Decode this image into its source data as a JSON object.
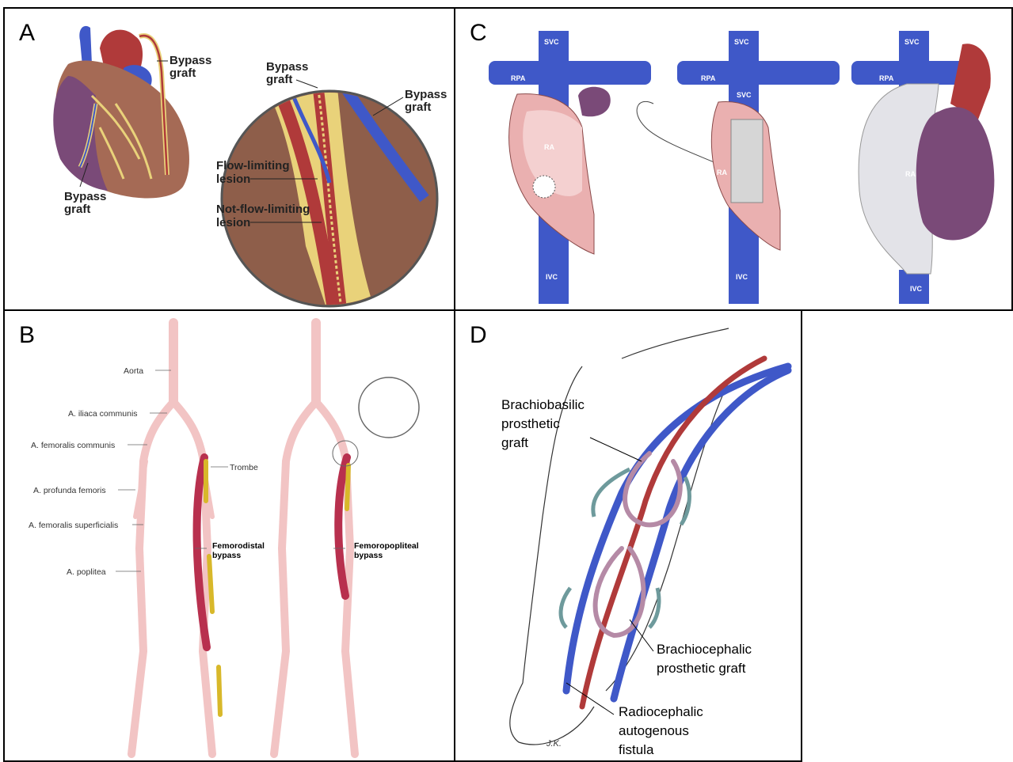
{
  "panels": {
    "a": {
      "label": "A",
      "bypass_graft_top": [
        "Bypass",
        "graft"
      ],
      "bypass_graft_left": [
        "Bypass",
        "graft"
      ],
      "bypass_graft_circle_top": [
        "Bypass",
        "graft"
      ],
      "bypass_graft_circle_right": [
        "Bypass",
        "graft"
      ],
      "flow_limiting": [
        "Flow-limiting",
        "lesion"
      ],
      "not_flow_limiting": [
        "Not-flow-limiting",
        "lesion"
      ]
    },
    "b": {
      "label": "B",
      "aorta": "Aorta",
      "iliaca": "A. iliaca communis",
      "fem_communis": "A. femoralis communis",
      "profunda": "A. profunda femoris",
      "superficialis": "A. femoralis superficialis",
      "poplitea": "A. poplitea",
      "trombe": "Trombe",
      "femorodistal": [
        "Femorodistal",
        "bypass"
      ],
      "femoropopliteal": [
        "Femoropopliteal",
        "bypass"
      ]
    },
    "c": {
      "label": "C",
      "svc": "SVC",
      "rpa": "RPA",
      "ra": "RA",
      "ivc": "IVC"
    },
    "d": {
      "label": "D",
      "brachiobasilic": [
        "Brachiobasilic",
        "prosthetic",
        "graft"
      ],
      "brachiocephalic": [
        "Brachiocephalic",
        "prosthetic graft"
      ],
      "radiocephalic": [
        "Radiocephalic",
        "autogenous",
        "fistula"
      ],
      "signature": "J.K."
    }
  },
  "colors": {
    "artery": "#b03a3a",
    "vein": "#3f58c8",
    "fat": "#e9d27a",
    "vessel_pink": "#f2c4c4",
    "graft_yellow": "#d8b82a",
    "graft_red": "#b8304e",
    "arrow_teal": "#6e9a9c"
  }
}
